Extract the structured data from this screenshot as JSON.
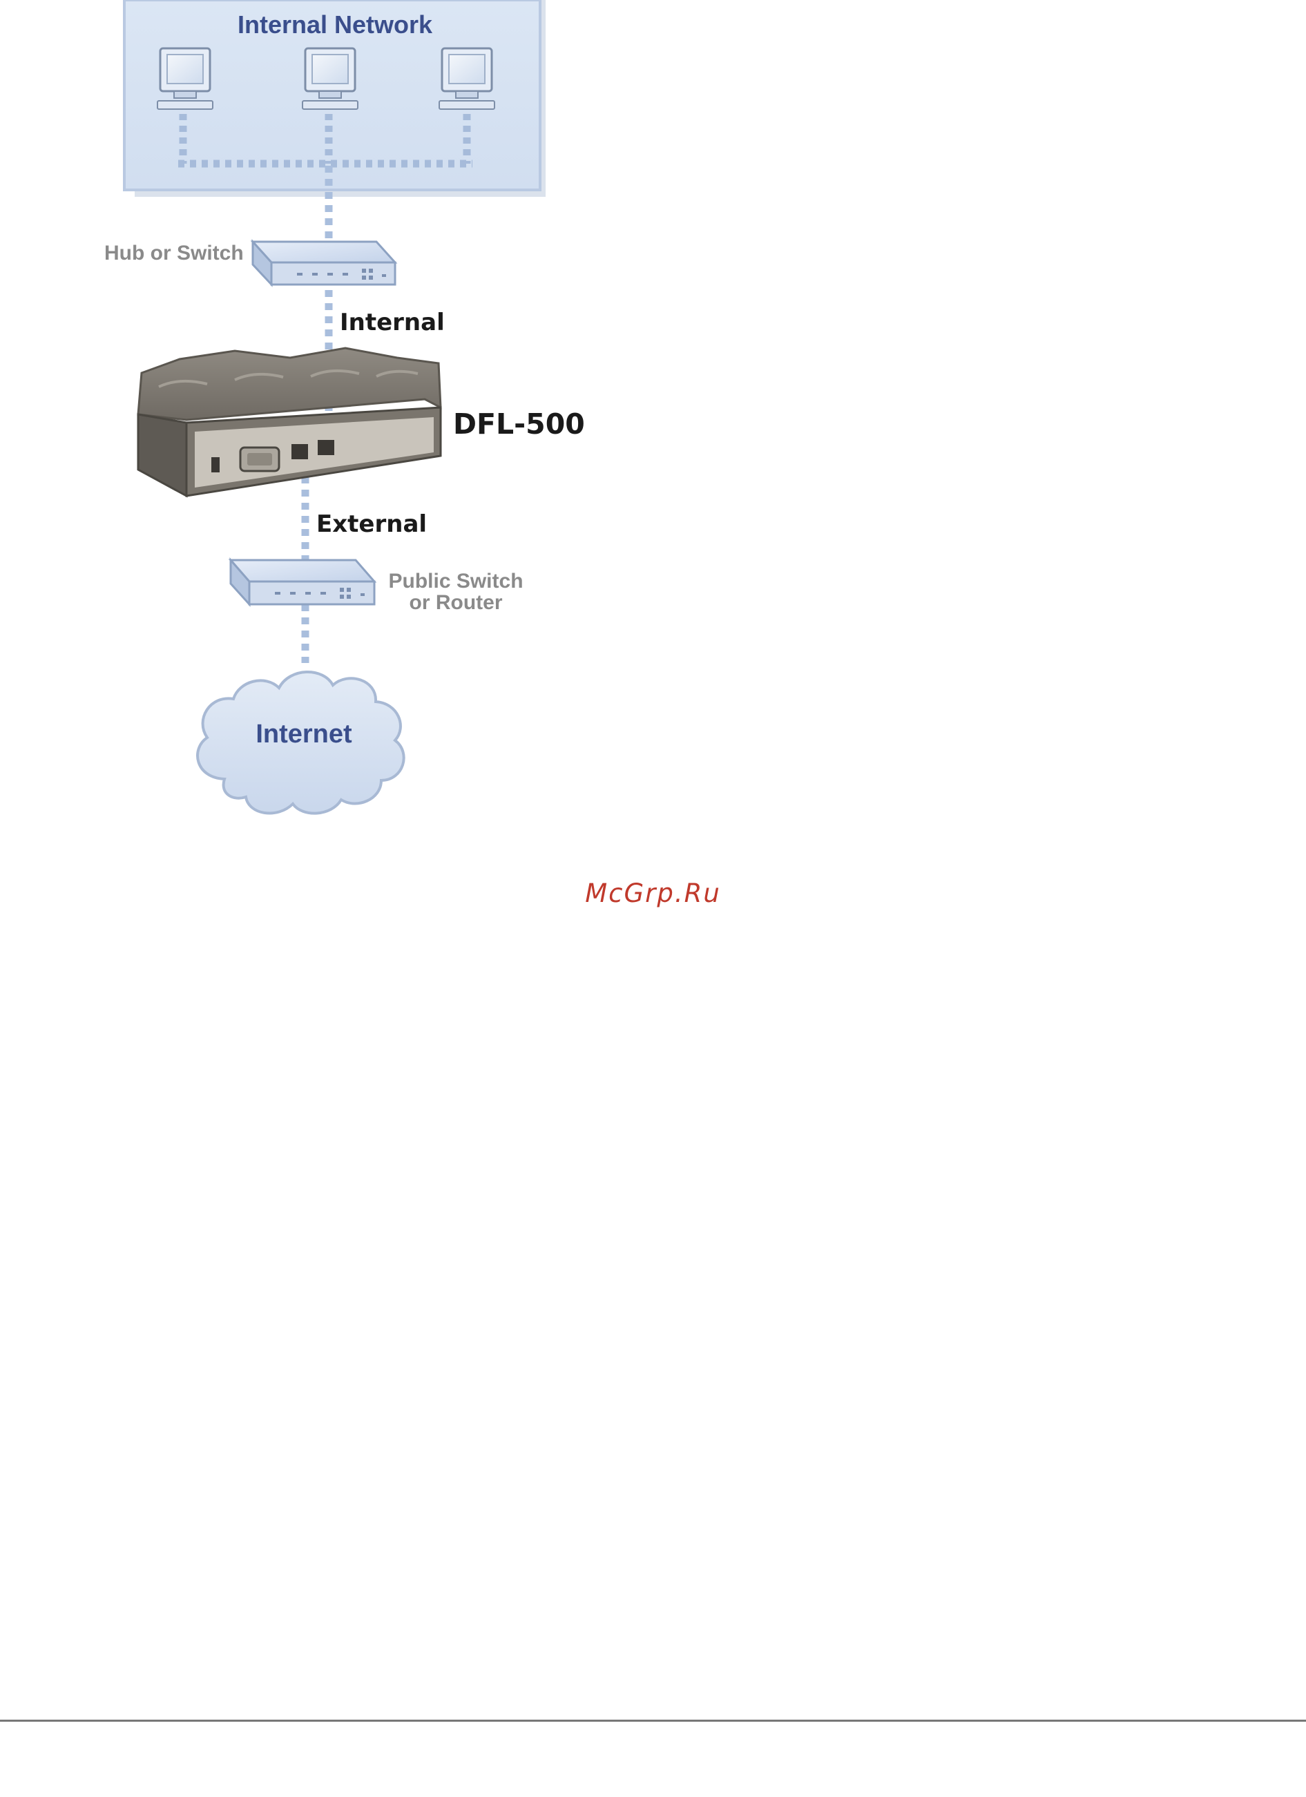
{
  "diagram": {
    "internal_network_label": "Internal Network",
    "hub_label": "Hub or Switch",
    "internal_link_label": "Internal",
    "firewall_label": "DFL-500",
    "external_link_label": "External",
    "public_switch_label_line1": "Public Switch",
    "public_switch_label_line2": "or Router",
    "internet_label": "Internet"
  },
  "watermark": {
    "text": "McGrp.Ru",
    "color": "#c0392b"
  },
  "colors": {
    "panel": "#d9e4f3",
    "panel_border": "#b9c9e2",
    "link_dots": "#a9bedd",
    "label_blue": "#3a4e8c"
  }
}
